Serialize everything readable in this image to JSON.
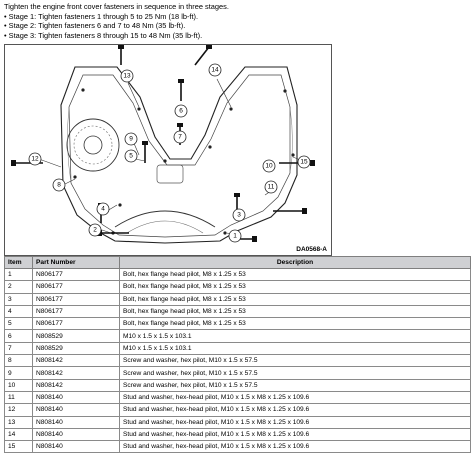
{
  "instructions": {
    "heading": "Tighten the engine front cover fasteners in sequence in three stages.",
    "stages": [
      "• Stage 1: Tighten fasteners 1 through 5 to 25 Nm (18 lb-ft).",
      "• Stage 2: Tighten fasteners 6 and 7 to 48 Nm (35 lb-ft).",
      "• Stage 3: Tighten fasteners 8 through 15 to 48 Nm (35 lb-ft)."
    ]
  },
  "figure": {
    "code": "DA0568-A",
    "callouts": [
      "1",
      "2",
      "3",
      "4",
      "5",
      "6",
      "7",
      "8",
      "9",
      "10",
      "11",
      "12",
      "13",
      "14",
      "15"
    ]
  },
  "table": {
    "headers": {
      "item": "Item",
      "part_number": "Part Number",
      "description": "Description"
    },
    "rows": [
      {
        "item": "1",
        "part": "N806177",
        "desc": "Bolt, hex flange head pilot, M8 x 1.25 x 53"
      },
      {
        "item": "2",
        "part": "N806177",
        "desc": "Bolt, hex flange head pilot, M8 x 1.25 x 53"
      },
      {
        "item": "3",
        "part": "N806177",
        "desc": "Bolt, hex flange head pilot, M8 x 1.25 x 53"
      },
      {
        "item": "4",
        "part": "N806177",
        "desc": "Bolt, hex flange head pilot, M8 x 1.25 x 53"
      },
      {
        "item": "5",
        "part": "N806177",
        "desc": "Bolt, hex flange head pilot, M8 x 1.25 x 53"
      },
      {
        "item": "6",
        "part": "N808529",
        "desc": "M10 x 1.5 x 1.5 x 103.1"
      },
      {
        "item": "7",
        "part": "N808529",
        "desc": "M10 x 1.5 x 1.5 x 103.1"
      },
      {
        "item": "8",
        "part": "N808142",
        "desc": "Screw and washer, hex pilot, M10 x 1.5 x 57.5"
      },
      {
        "item": "9",
        "part": "N808142",
        "desc": "Screw and washer, hex pilot, M10 x 1.5 x 57.5"
      },
      {
        "item": "10",
        "part": "N808142",
        "desc": "Screw and washer, hex pilot, M10 x 1.5 x 57.5"
      },
      {
        "item": "11",
        "part": "N808140",
        "desc": "Stud and washer, hex-head pilot, M10 x 1.5 x M8 x 1.25 x 109.6"
      },
      {
        "item": "12",
        "part": "N808140",
        "desc": "Stud and washer, hex-head pilot, M10 x 1.5 x M8 x 1.25 x 109.6"
      },
      {
        "item": "13",
        "part": "N808140",
        "desc": "Stud and washer, hex-head pilot, M10 x 1.5 x M8 x 1.25 x 109.6"
      },
      {
        "item": "14",
        "part": "N808140",
        "desc": "Stud and washer, hex-head pilot, M10 x 1.5 x M8 x 1.25 x 109.6"
      },
      {
        "item": "15",
        "part": "N808140",
        "desc": "Stud and washer, hex-head pilot, M10 x 1.5 x M8 x 1.25 x 109.6"
      }
    ]
  }
}
